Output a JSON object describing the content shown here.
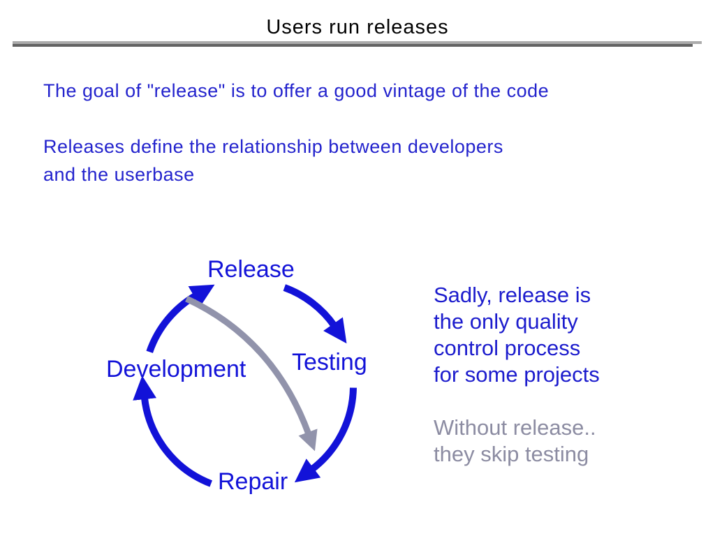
{
  "colors": {
    "title_text": "#000000",
    "intro_blue": "#2323cd",
    "diagram_blue": "#1212d8",
    "note_blue": "#1c1ccd",
    "gray": "#9193ab",
    "gray_text": "#8c8ca2",
    "divider_light": "#ababab",
    "divider_dark": "#636363",
    "background": "#ffffff"
  },
  "header": {
    "title": "Users run releases"
  },
  "intro": {
    "line1": "The goal of \"release\" is to offer a good vintage of the code",
    "line2": "Releases define the relationship between developers",
    "line3": "and the userbase"
  },
  "diagram": {
    "labels": {
      "release": "Release",
      "testing": "Testing",
      "repair": "Repair",
      "development": "Development"
    },
    "arrows": [
      {
        "from": "Release",
        "to": "Testing",
        "style": "blue"
      },
      {
        "from": "Testing",
        "to": "Repair",
        "style": "blue"
      },
      {
        "from": "Repair",
        "to": "Development",
        "style": "blue"
      },
      {
        "from": "Development",
        "to": "Release",
        "style": "blue"
      },
      {
        "from": "Release",
        "to": "Repair",
        "style": "gray"
      }
    ]
  },
  "side_note": {
    "blue_lines": [
      "Sadly, release is",
      "the only quality",
      "control process",
      "for some projects"
    ],
    "gray_lines": [
      "Without release..",
      "they skip testing"
    ]
  }
}
